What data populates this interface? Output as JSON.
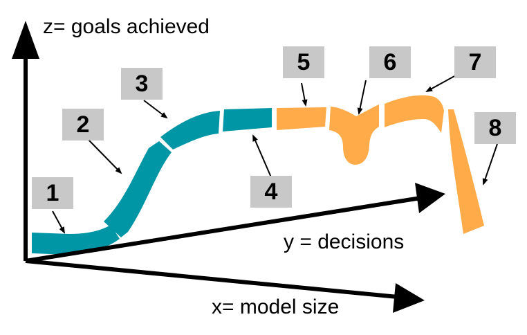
{
  "axes": {
    "z_label": "z= goals achieved",
    "y_label": "y = decisions",
    "x_label": "x= model size"
  },
  "stage_labels": [
    "1",
    "2",
    "3",
    "4",
    "5",
    "6",
    "7",
    "8"
  ],
  "colors": {
    "teal": "#0096a6",
    "orange": "#ffab4a",
    "label_box": "#c8c8c8",
    "axis": "#000000"
  }
}
